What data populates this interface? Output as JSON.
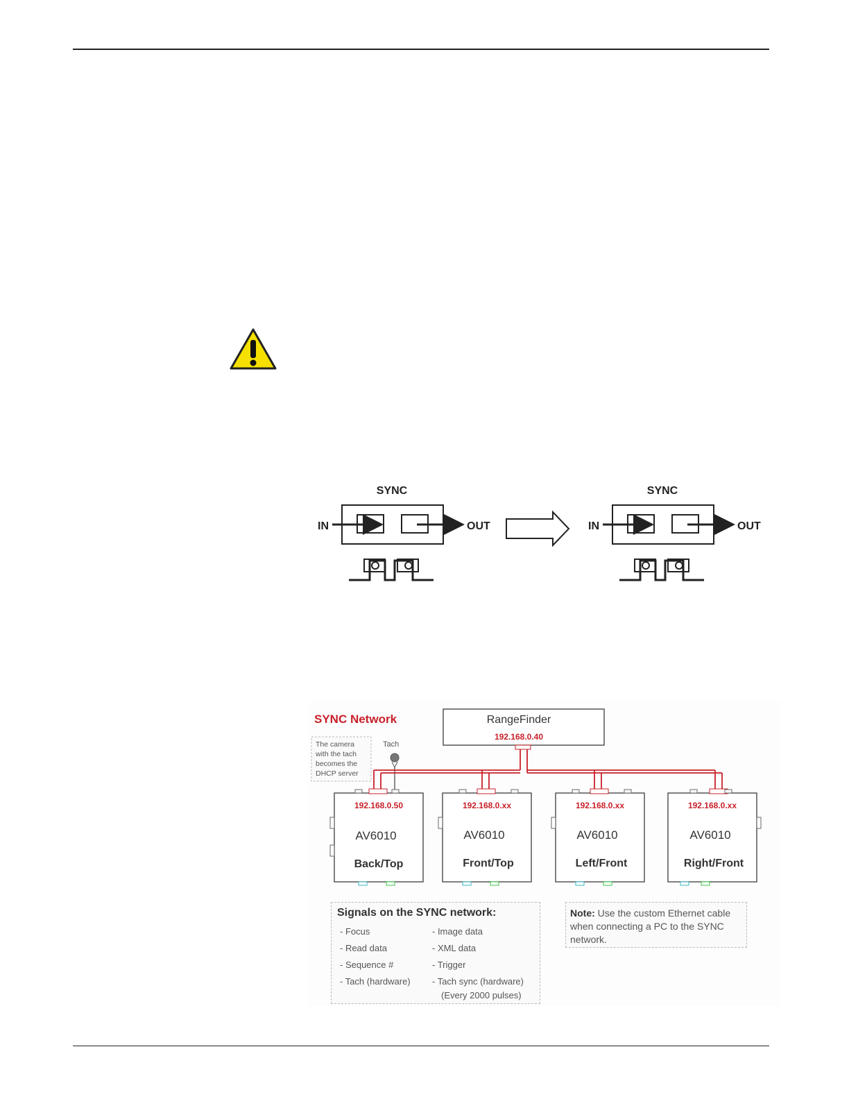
{
  "sync_diagram": {
    "left": {
      "title": "SYNC",
      "in_label": "IN",
      "out_label": "OUT"
    },
    "right": {
      "title": "SYNC",
      "in_label": "IN",
      "out_label": "OUT"
    }
  },
  "network": {
    "title": "SYNC Network",
    "rangefinder": {
      "label": "RangeFinder",
      "ip": "192.168.0.40"
    },
    "tach_label": "Tach",
    "camera_note": [
      "The camera",
      "with the tach",
      "becomes the",
      "DHCP server"
    ],
    "cameras": [
      {
        "ip": "192.168.0.50",
        "model": "AV6010",
        "position": "Back/Top"
      },
      {
        "ip": "192.168.0.xx",
        "model": "AV6010",
        "position": "Front/Top"
      },
      {
        "ip": "192.168.0.xx",
        "model": "AV6010",
        "position": "Left/Front"
      },
      {
        "ip": "192.168.0.xx",
        "model": "AV6010",
        "position": "Right/Front"
      }
    ],
    "signals": {
      "title": "Signals on the SYNC network:",
      "left": [
        "- Focus",
        "- Read data",
        "- Sequence #",
        "- Tach (hardware)"
      ],
      "right": [
        "- Image data",
        "- XML data",
        "- Trigger",
        "- Tach sync (hardware)",
        "(Every 2000 pulses)"
      ]
    },
    "note": {
      "label": "Note:",
      "text": "Use the custom Ethernet cable when connecting a PC to the SYNC network."
    }
  },
  "colors": {
    "accent_red": "#c8202a",
    "line": "#222222",
    "warning_yellow": "#f5e000"
  },
  "icons": {
    "warning": "warning-triangle-icon"
  }
}
